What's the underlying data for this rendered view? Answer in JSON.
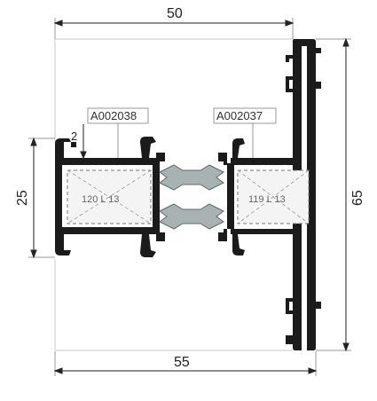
{
  "dimensions": {
    "top_width": "50",
    "bottom_width": "55",
    "right_height": "65",
    "left_height": "25",
    "small_offset": "2"
  },
  "references": {
    "left_code": "A002038",
    "right_code": "A002037"
  },
  "inserts": {
    "left_label": "120 L 13",
    "right_label": "119 L 13"
  },
  "colors": {
    "profile": "#1b1b1b",
    "thermal_break": "#a8b2b2",
    "insert_fill": "#f4f4f4",
    "insert_stroke": "#777777",
    "dimension_line": "#222222",
    "reference_line": "#999999"
  }
}
